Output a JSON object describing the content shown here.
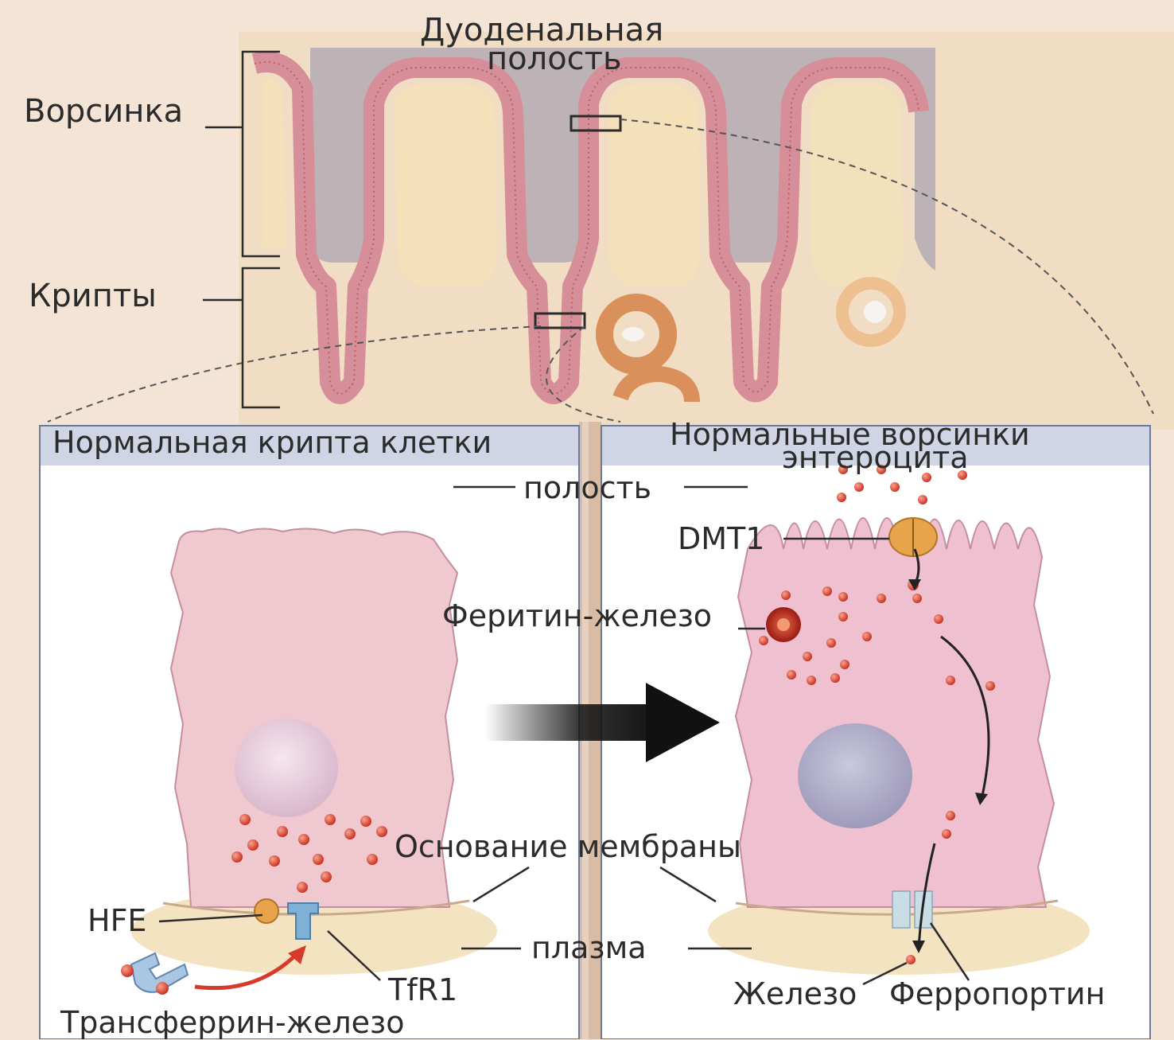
{
  "top": {
    "lumen_title_line1": "Дуоденальная",
    "lumen_title_line2": "полость",
    "villus_label": "Ворсинка",
    "crypts_label": "Крипты"
  },
  "left_panel": {
    "title": "Нормальная крипта клетки",
    "hfe_label": "HFE",
    "tfr1_label": "TfR1",
    "transferrin_label": "Трансферрин-железо"
  },
  "right_panel": {
    "title_line1": "Нормальные ворсинки",
    "title_line2": "энтероцита",
    "dmt1_label": "DMT1",
    "ferritin_label": "Феритин-железо",
    "iron_label": "Железо",
    "ferroportin_label": "Ферропортин"
  },
  "center": {
    "lumen_label": "полость",
    "basement_label": "Основание мембраны",
    "plasma_label": "плазма"
  },
  "colors": {
    "background": "#f3e4d6",
    "lumen_gray": "#b9b0b4",
    "epithelium_pink": "#d9909a",
    "cell_pink": "#efc6cf",
    "iron_red": "#d8442f",
    "panel_header": "#cdd3e3",
    "dmt1_orange": "#e8a44a",
    "ferroportin_blue": "#c9dde6"
  }
}
